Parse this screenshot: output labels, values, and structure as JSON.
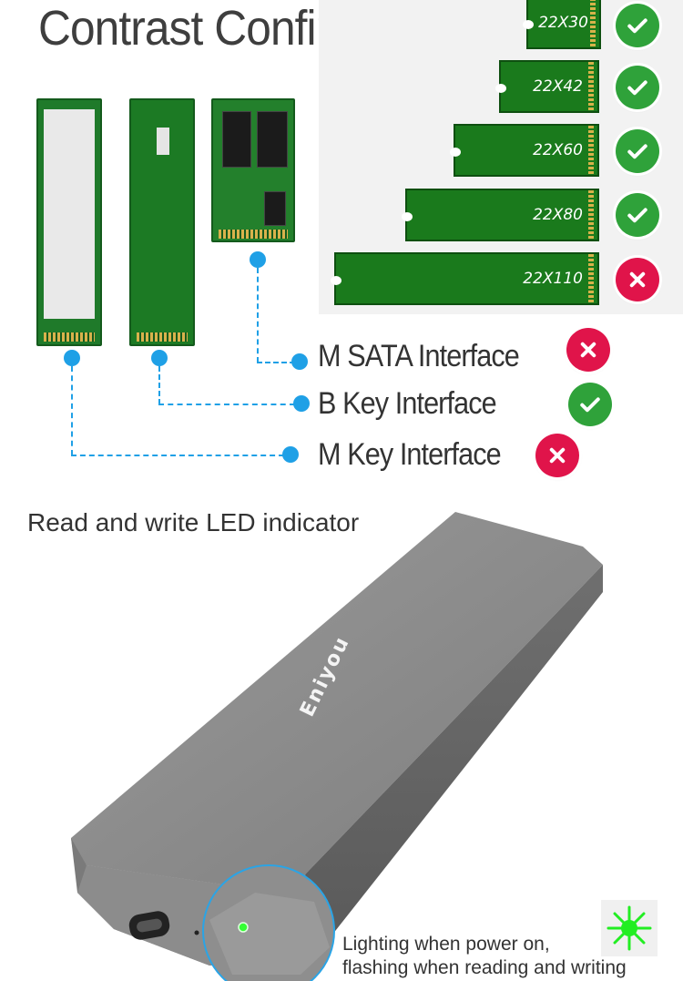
{
  "title": "Contrast Confirmation",
  "sizes": [
    {
      "label": "22X30",
      "status": "ok"
    },
    {
      "label": "22X42",
      "status": "ok"
    },
    {
      "label": "22X60",
      "status": "ok"
    },
    {
      "label": "22X80",
      "status": "ok"
    },
    {
      "label": "22X110",
      "status": "no"
    }
  ],
  "interfaces": [
    {
      "label": "M SATA Interface",
      "status": "no"
    },
    {
      "label": "B Key Interface",
      "status": "ok"
    },
    {
      "label": "M Key Interface",
      "status": "no"
    }
  ],
  "led_title": "Read and write LED indicator",
  "brand": "Eniyou",
  "lighting_line1": "Lighting when power on,",
  "lighting_line2": "flashing when reading and writing",
  "colors": {
    "ok": "#2fa23a",
    "no": "#e0144a",
    "pcb": "#1a7a1c",
    "connector": "#1fa0e6",
    "enclosure": "#8a8a8a",
    "led": "#33ff33"
  },
  "icons": {
    "ok": "check-icon",
    "no": "cross-icon",
    "led": "led-light-icon"
  }
}
